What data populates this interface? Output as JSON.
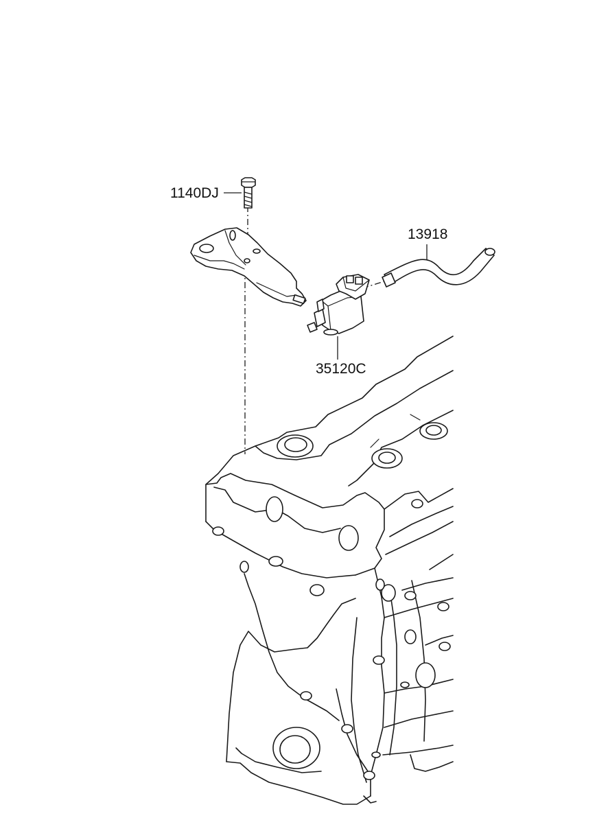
{
  "diagram": {
    "parts": [
      {
        "id": "bolt",
        "number": "1140DJ"
      },
      {
        "id": "hose",
        "number": "13918"
      },
      {
        "id": "valve",
        "number": "35120C"
      }
    ]
  }
}
